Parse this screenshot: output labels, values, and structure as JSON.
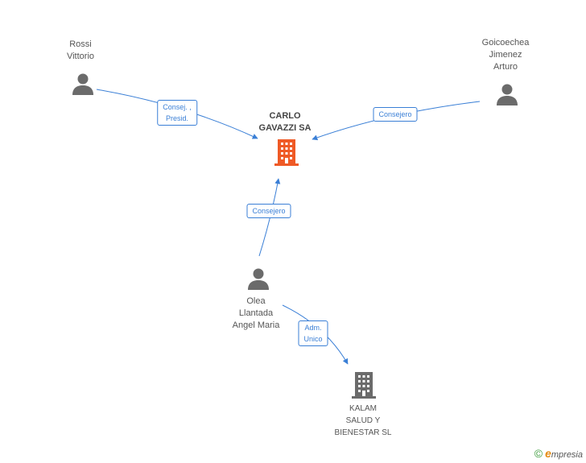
{
  "colors": {
    "edge": "#3a7fd6",
    "main_company": "#ef5a26",
    "company": "#6b6b6b",
    "person": "#6b6b6b"
  },
  "nodes": {
    "rossi": {
      "lines": [
        "Rossi",
        "Vittorio"
      ],
      "icon": "person-icon"
    },
    "goicoechea": {
      "lines": [
        "Goicoechea",
        "Jimenez",
        "Arturo"
      ],
      "icon": "person-icon"
    },
    "carlo": {
      "lines": [
        "CARLO",
        "GAVAZZI SA"
      ],
      "icon": "building-icon"
    },
    "olea": {
      "lines": [
        "Olea",
        "Llantada",
        "Angel Maria"
      ],
      "icon": "person-icon"
    },
    "kalam": {
      "lines": [
        "KALAM",
        "SALUD Y",
        "BIENESTAR SL"
      ],
      "icon": "building-icon"
    }
  },
  "edges": {
    "rossi_carlo": [
      "Consej. ,",
      "Presid."
    ],
    "goicoechea_carlo": [
      "Consejero"
    ],
    "olea_carlo": [
      "Consejero"
    ],
    "olea_kalam": [
      "Adm.",
      "Unico"
    ]
  },
  "brand": {
    "symbol": "©",
    "initial": "e",
    "name": "mpresia"
  }
}
